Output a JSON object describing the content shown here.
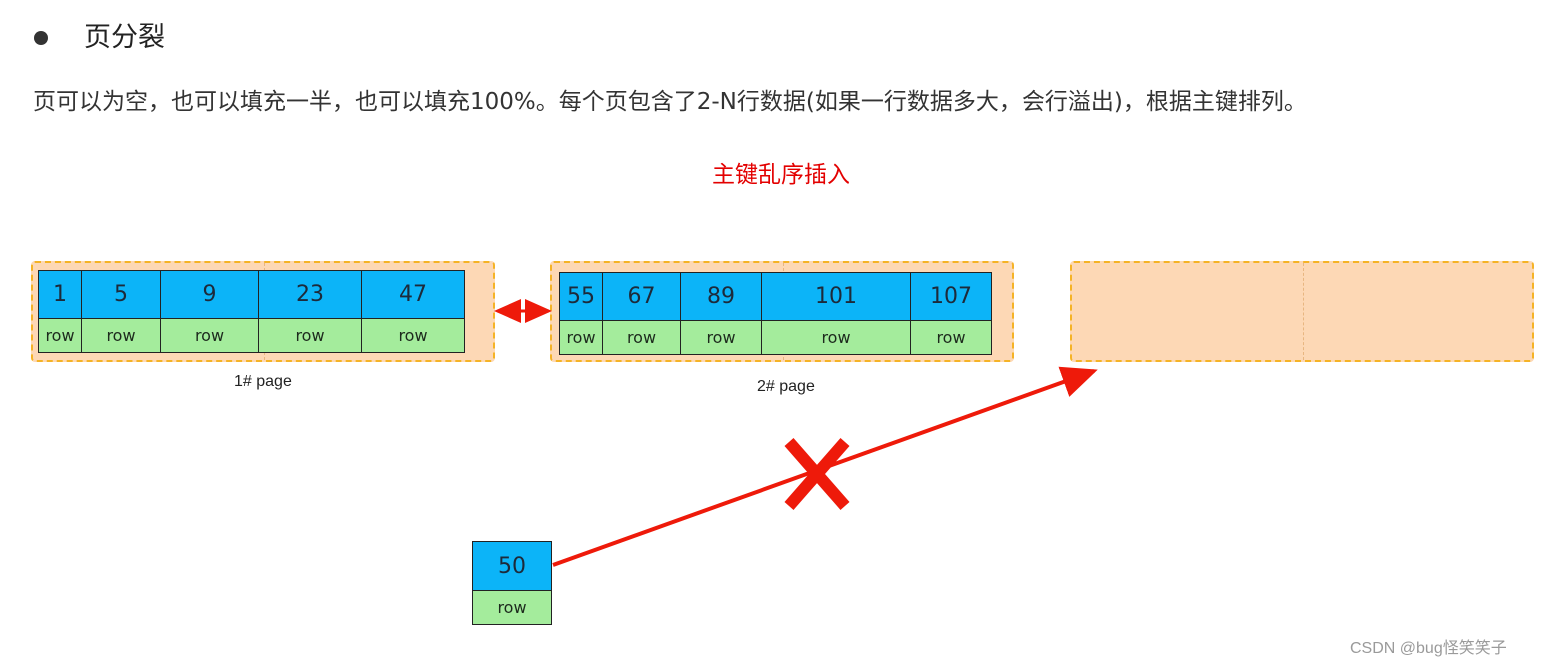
{
  "heading": "页分裂",
  "description": "页可以为空，也可以填充一半，也可以填充100%。每个页包含了2-N行数据(如果一行数据多大，会行溢出)，根据主键排列。",
  "subtitle": "主键乱序插入",
  "page1": {
    "label": "1#  page",
    "keys": [
      "1",
      "5",
      "9",
      "23",
      "47"
    ],
    "rows": [
      "row",
      "row",
      "row",
      "row",
      "row"
    ]
  },
  "page2": {
    "label": "2#  page",
    "keys": [
      "55",
      "67",
      "89",
      "101",
      "107"
    ],
    "rows": [
      "row",
      "row",
      "row",
      "row",
      "row"
    ]
  },
  "inserted": {
    "key": "50",
    "row": "row"
  },
  "watermark": "CSDN @bug怪笑笑子",
  "colors": {
    "key": "#0cb4f8",
    "row": "#a4ec9c",
    "page": "#fdd8b5",
    "page_border": "#f5b326",
    "accent_red": "#e30000"
  },
  "icons": [
    "bullet-icon",
    "double-arrow-icon",
    "arrow-icon",
    "cross-icon"
  ]
}
